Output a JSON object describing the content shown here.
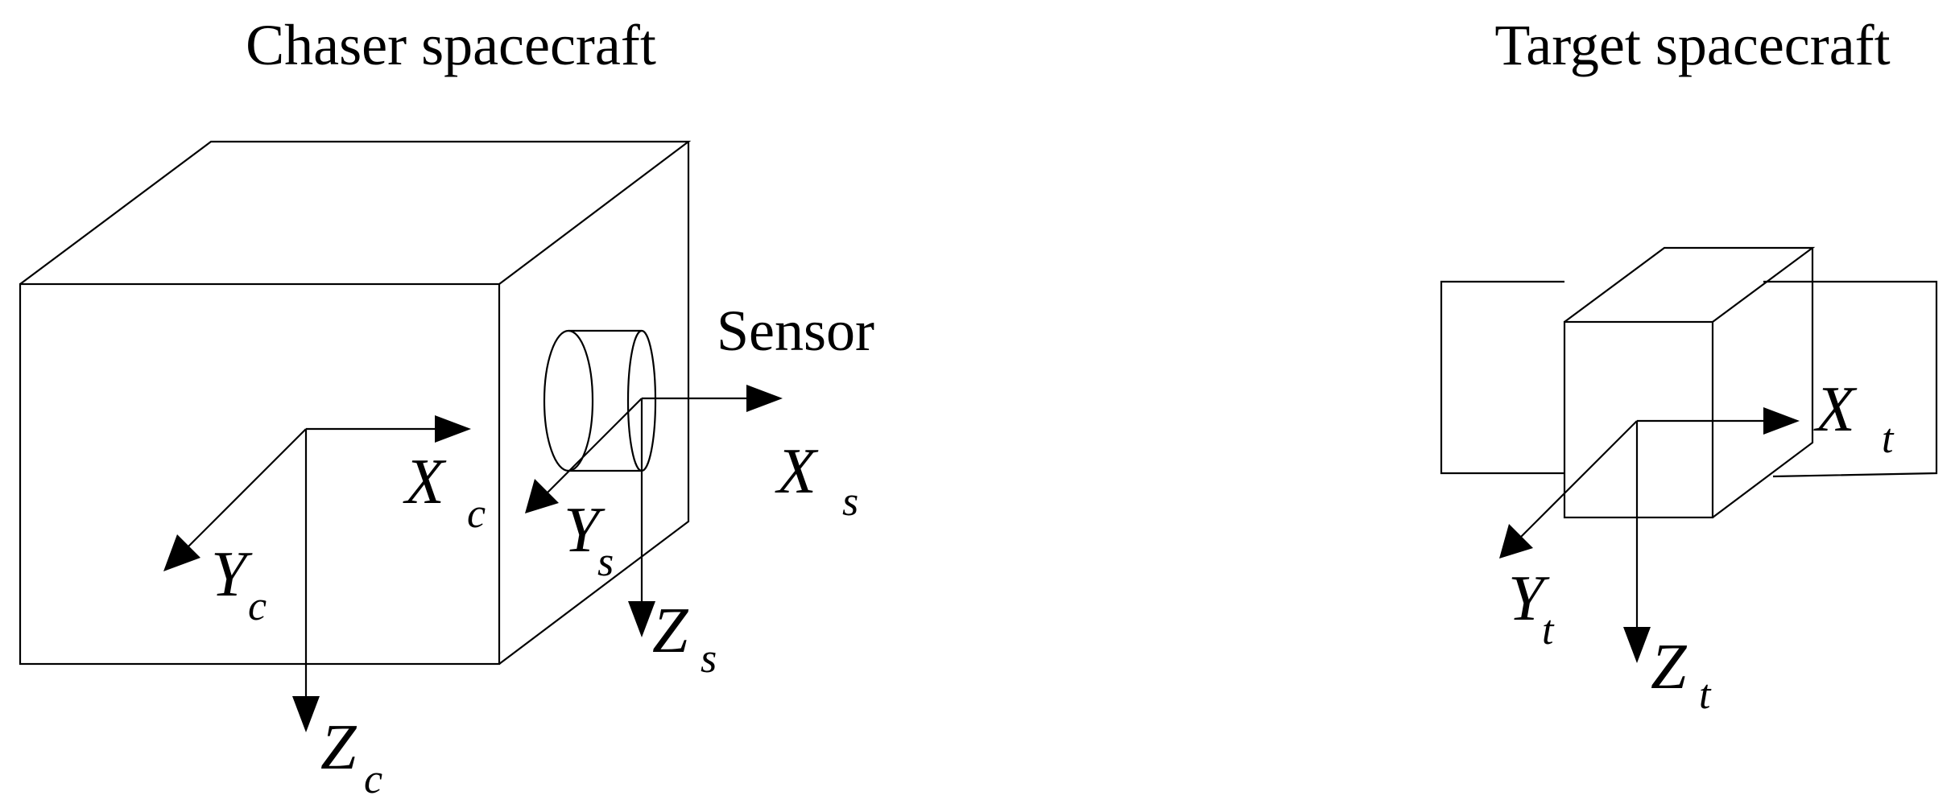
{
  "titles": {
    "chaser": "Chaser spacecraft",
    "target": "Target spacecraft"
  },
  "labels": {
    "sensor": "Sensor"
  },
  "axes": {
    "chaser": {
      "x": {
        "main": "X",
        "sub": "c"
      },
      "y": {
        "main": "Y",
        "sub": "c"
      },
      "z": {
        "main": "Z",
        "sub": "c"
      }
    },
    "sensor": {
      "x": {
        "main": "X",
        "sub": "s"
      },
      "y": {
        "main": "Y",
        "sub": "s"
      },
      "z": {
        "main": "Z",
        "sub": "s"
      }
    },
    "target": {
      "x": {
        "main": "X",
        "sub": "t"
      },
      "y": {
        "main": "Y",
        "sub": "t"
      },
      "z": {
        "main": "Z",
        "sub": "t"
      }
    }
  }
}
